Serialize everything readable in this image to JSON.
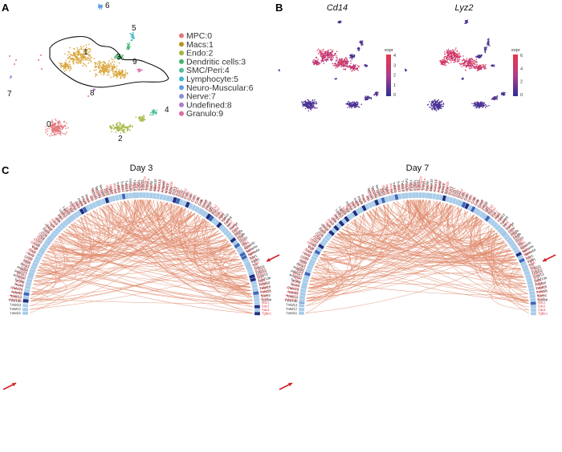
{
  "panels": {
    "a": {
      "letter": "A"
    },
    "b": {
      "letter": "B"
    },
    "c": {
      "letter": "C"
    }
  },
  "umap_clusters": [
    {
      "id": "0",
      "color": "#e4757a"
    },
    {
      "id": "1",
      "color": "#d8a233"
    },
    {
      "id": "2",
      "color": "#a2b63e"
    },
    {
      "id": "3",
      "color": "#43b36a"
    },
    {
      "id": "4",
      "color": "#4fbd9b"
    },
    {
      "id": "5",
      "color": "#3bb9c9"
    },
    {
      "id": "6",
      "color": "#5e9ee0"
    },
    {
      "id": "7",
      "color": "#8a8fd8"
    },
    {
      "id": "8",
      "color": "#b07cc8"
    },
    {
      "id": "9",
      "color": "#de6aa4"
    }
  ],
  "legend": [
    {
      "label": "MPC:0",
      "color": "#e4757a"
    },
    {
      "label": "Macs:1",
      "color": "#b9931f"
    },
    {
      "label": "Endo:2",
      "color": "#a2b63e"
    },
    {
      "label": "Dendritic cells:3",
      "color": "#43b36a"
    },
    {
      "label": "SMC/Peri:4",
      "color": "#4fbd9b"
    },
    {
      "label": "Lymphocyte:5",
      "color": "#3bb9c9"
    },
    {
      "label": "Neuro-Muscular:6",
      "color": "#5e9ee0"
    },
    {
      "label": "Nerve:7",
      "color": "#8a8fd8"
    },
    {
      "label": "Undefined:8",
      "color": "#b07cc8"
    },
    {
      "label": "Granulo:9",
      "color": "#de6aa4"
    }
  ],
  "feature_plots": [
    {
      "gene": "Cd14",
      "legend_title": "expr",
      "ticks": [
        "4",
        "3",
        "2",
        "1",
        "0"
      ],
      "max": 4
    },
    {
      "gene": "Lyz2",
      "legend_title": "expr",
      "ticks": [
        "6",
        "4",
        "2",
        "0"
      ],
      "max": 6
    }
  ],
  "circos": [
    {
      "title": "Day 3"
    },
    {
      "title": "Day 7"
    }
  ],
  "circos_labels": {
    "black_genes": [
      "Tyrobp",
      "Trem2",
      "Tnfsf21",
      "Tnfsf15",
      "Tnfsf14",
      "Tnfsf13b",
      "Tnfsf13",
      "Tnfsf12",
      "Tnfsf11",
      "Tnf",
      "Tgfb1",
      "Spp1",
      "Sema4d",
      "Sema4a",
      "Sema3c",
      "Ptn",
      "Pros1",
      "Pdgfb",
      "Pdgfa",
      "Osm",
      "Nampt",
      "Mif",
      "Lgals9",
      "Lgals3",
      "Jag1",
      "Il1b",
      "Il10",
      "Igf1",
      "Hbegf",
      "Gas6",
      "Ccl9",
      "Ccl8",
      "Ccl7",
      "Ccl6",
      "Ccl4",
      "Ccl3",
      "Ccl2",
      "Ccl12",
      "Apoe",
      "Anxa1",
      "Angptl4",
      "Adam17",
      "Adam10"
    ],
    "red_genes": [
      "Adam15",
      "Adam17",
      "Adam9",
      "Adora2b",
      "Ackr3",
      "Ackr1",
      "Aplnr",
      "Bmpr2",
      "Cd44",
      "Cd47",
      "Cd74",
      "Cd81",
      "Cd9",
      "Cxcr4",
      "Dag1",
      "Egfr",
      "Epha2",
      "Erbb2",
      "Fgfr1",
      "Fgfr2",
      "Flt1",
      "Fzd1",
      "Fzd2",
      "Fzd4",
      "Gpc1",
      "Igf1r",
      "Il1r1",
      "Il6st",
      "Itga1",
      "Itga5",
      "Itgav",
      "Itgb1",
      "Itgb5",
      "Kdr",
      "Lrp1",
      "Lrp6",
      "Met",
      "Notch1",
      "Notch2",
      "Nrp1",
      "Nrp2",
      "Pdgfra",
      "Pdgfrb",
      "Plxnb2",
      "Ptprs",
      "Ror2",
      "Sdc1",
      "Sdc2",
      "Sdc4",
      "Tgfbr1",
      "Tgfbr2",
      "Tnfrsf12a",
      "Tnfrsf1a",
      "Vldlr",
      "Vasn"
    ]
  },
  "colors": {
    "chord": "#e08a6c",
    "ring_dark": "#1f2d80",
    "ring_mid": "#3f66b8",
    "ring_light": "#a8cce9",
    "arrow": "#d21f26",
    "label_black": "#222222",
    "label_red": "#e0393e",
    "expr_low": "#2b2f96",
    "expr_mid": "#b23c8a",
    "expr_high": "#e8364a"
  }
}
